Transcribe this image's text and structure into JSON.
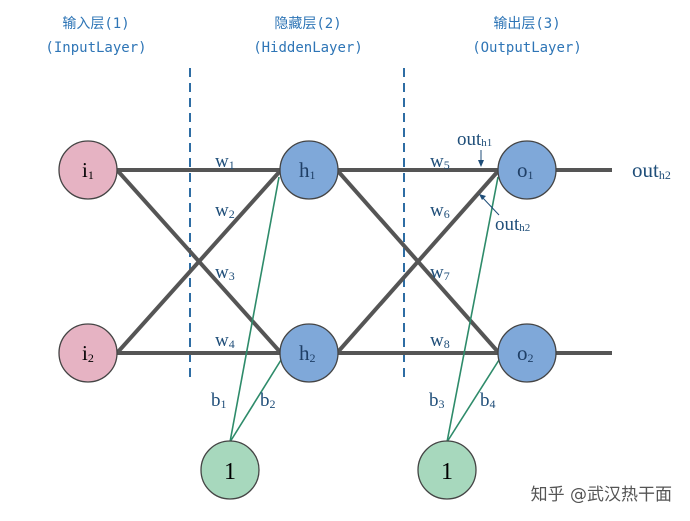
{
  "layers": [
    {
      "name": "输入层(1)",
      "subtitle": "(InputLayer)"
    },
    {
      "name": "隐藏层(2)",
      "subtitle": "(HiddenLayer)"
    },
    {
      "name": "输出层(3)",
      "subtitle": "(OutputLayer)"
    }
  ],
  "nodes": {
    "i1": {
      "base": "i",
      "sub": "1"
    },
    "i2": {
      "base": "i",
      "sub": "2"
    },
    "h1": {
      "base": "h",
      "sub": "1"
    },
    "h2": {
      "base": "h",
      "sub": "2"
    },
    "o1": {
      "base": "o",
      "sub": "1"
    },
    "o2": {
      "base": "o",
      "sub": "2"
    },
    "bias1": "1",
    "bias2": "1"
  },
  "weights": [
    {
      "base": "w",
      "sub": "1"
    },
    {
      "base": "w",
      "sub": "2"
    },
    {
      "base": "w",
      "sub": "3"
    },
    {
      "base": "w",
      "sub": "4"
    },
    {
      "base": "w",
      "sub": "5"
    },
    {
      "base": "w",
      "sub": "6"
    },
    {
      "base": "w",
      "sub": "7"
    },
    {
      "base": "w",
      "sub": "8"
    }
  ],
  "biases": [
    {
      "base": "b",
      "sub": "1"
    },
    {
      "base": "b",
      "sub": "2"
    },
    {
      "base": "b",
      "sub": "3"
    },
    {
      "base": "b",
      "sub": "4"
    }
  ],
  "annotations": {
    "out_h1": {
      "base": "out",
      "sub": "h1"
    },
    "out_h2_mid": {
      "base": "out",
      "sub": "h2"
    },
    "out_h2_right": {
      "base": "out",
      "sub": "h2"
    }
  },
  "watermark": "知乎 @武汉热干面",
  "colors": {
    "input_node": "#e6b3c3",
    "hidden_node": "#7fa8d9",
    "bias_node": "#a7d8bd",
    "connection": "#555555",
    "bias_connection": "#2e8b6a",
    "divider": "#2e6da4",
    "text_blue": "#1f4e79"
  }
}
